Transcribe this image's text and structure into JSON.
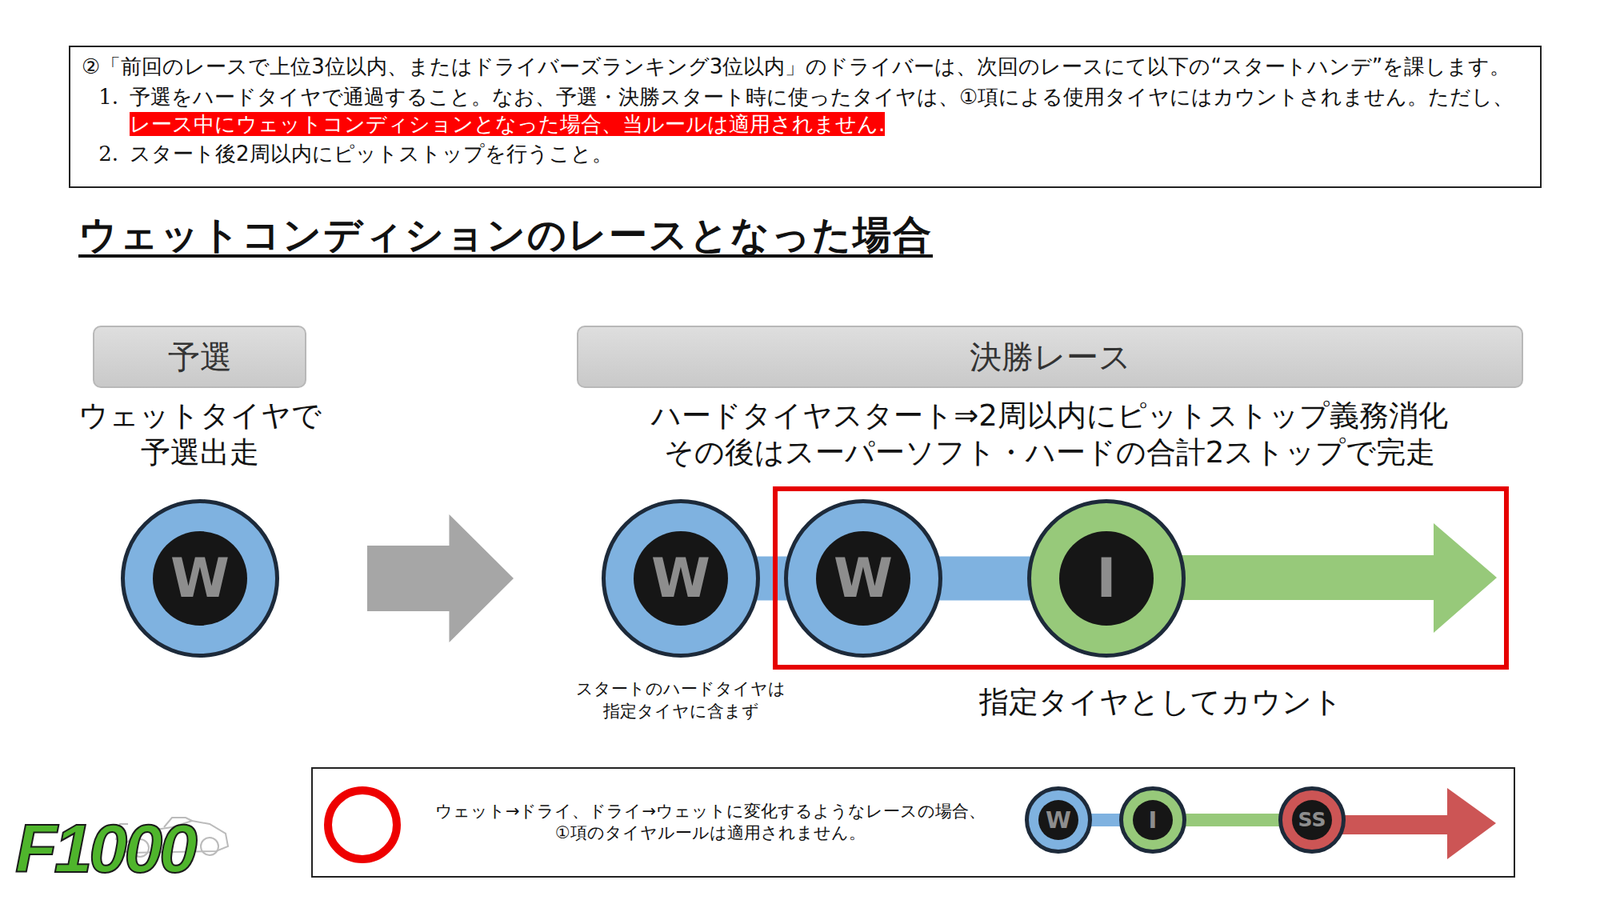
{
  "diagram": {
    "title": "ウェットコンディションのレースとなった場合",
    "nodes": [
      {
        "text": [
          "②「前回のレースで上位3位以内、またはドライバーズランキング3位以内」のドライバーは、次回のレースにて以下の“スタートハンデ”を課します。",
          "1.",
          "予選をハードタイヤで通過すること。なお、予選・決勝スタート時に使ったタイヤは、①項による使用タイヤにはカウントされません。ただし、",
          "レース中にウェットコンディションとなった場合、当ルールは適用されません.",
          "2.",
          "スタート後2周以内にピットストップを行うこと。"
        ]
      },
      {
        "text": [
          "予選"
        ]
      },
      {
        "text": [
          "決勝レース"
        ]
      },
      {
        "text": [
          "W"
        ]
      },
      {
        "text": [
          "W"
        ]
      },
      {
        "text": [
          "指定タイヤとしてカウント"
        ]
      },
      {
        "text": [
          "W"
        ],
        "in": 5
      },
      {
        "text": [
          "I"
        ],
        "in": 5
      },
      {
        "text": [
          "ウェット→ドライ、ドライ→ウェットに変化するようなレースの場合、 ①項のタイヤルールは適用されません。"
        ]
      },
      {
        "text": [
          "W"
        ],
        "in": 8
      },
      {
        "text": [
          "I"
        ],
        "in": 8
      },
      {
        "text": [
          "SS"
        ],
        "in": 8
      }
    ],
    "edges": [
      {
        "from": 3,
        "to": 4,
        "arrow": "to"
      },
      {
        "from": 4,
        "to": 6,
        "arrow": "none"
      },
      {
        "from": 6,
        "to": 7,
        "arrow": "none"
      },
      {
        "from": 9,
        "to": 10,
        "arrow": "none"
      },
      {
        "from": 10,
        "to": 11,
        "arrow": "none"
      }
    ],
    "labels": [
      "ウェットタイヤで 予選出走",
      "ハードタイヤスタート⇒2周以内にピットストップ義務消化",
      "その後はスーパーソフト・ハードの合計2ストップで完走",
      "スタートのハードタイヤは 指定タイヤに含まず",
      "F1000"
    ]
  }
}
